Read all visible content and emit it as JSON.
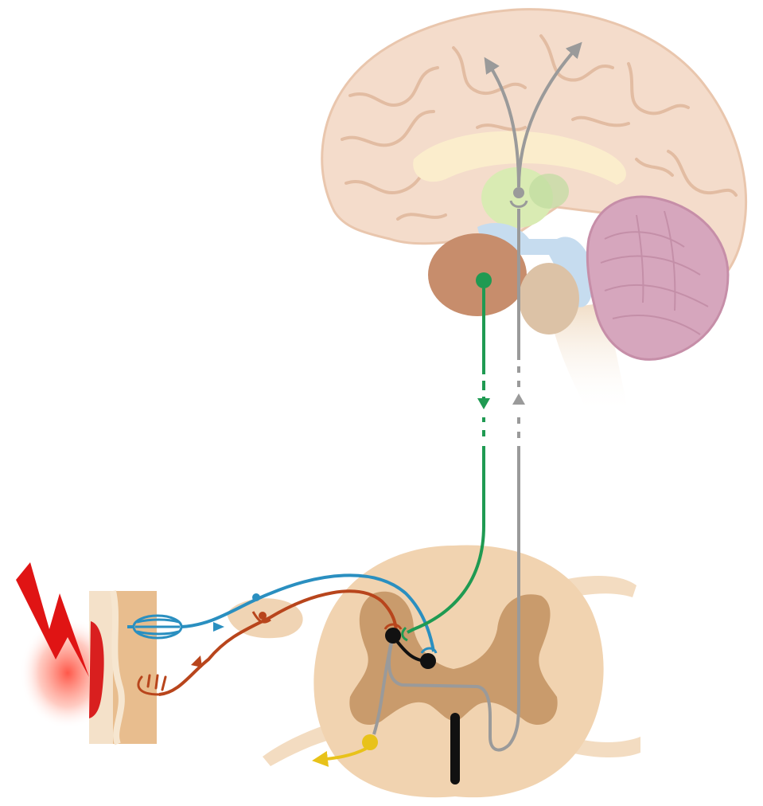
{
  "diagram": {
    "kind": "pain-pathway-illustration",
    "labels": [],
    "colors": {
      "nociceptive_afferent": "#b8451c",
      "touch_afferent": "#2a8fc0",
      "descending_modulation": "#1f9a52",
      "ascending_tract": "#9a9a9a",
      "interneuron": "#111111",
      "motor_output": "#e8c21a",
      "stimulus": "#e01414"
    },
    "icons": [
      "lightning-bolt",
      "brain-sagittal-section",
      "spinal-cord-cross-section",
      "skin-section",
      "encapsulated-receptor",
      "free-nerve-ending"
    ]
  }
}
